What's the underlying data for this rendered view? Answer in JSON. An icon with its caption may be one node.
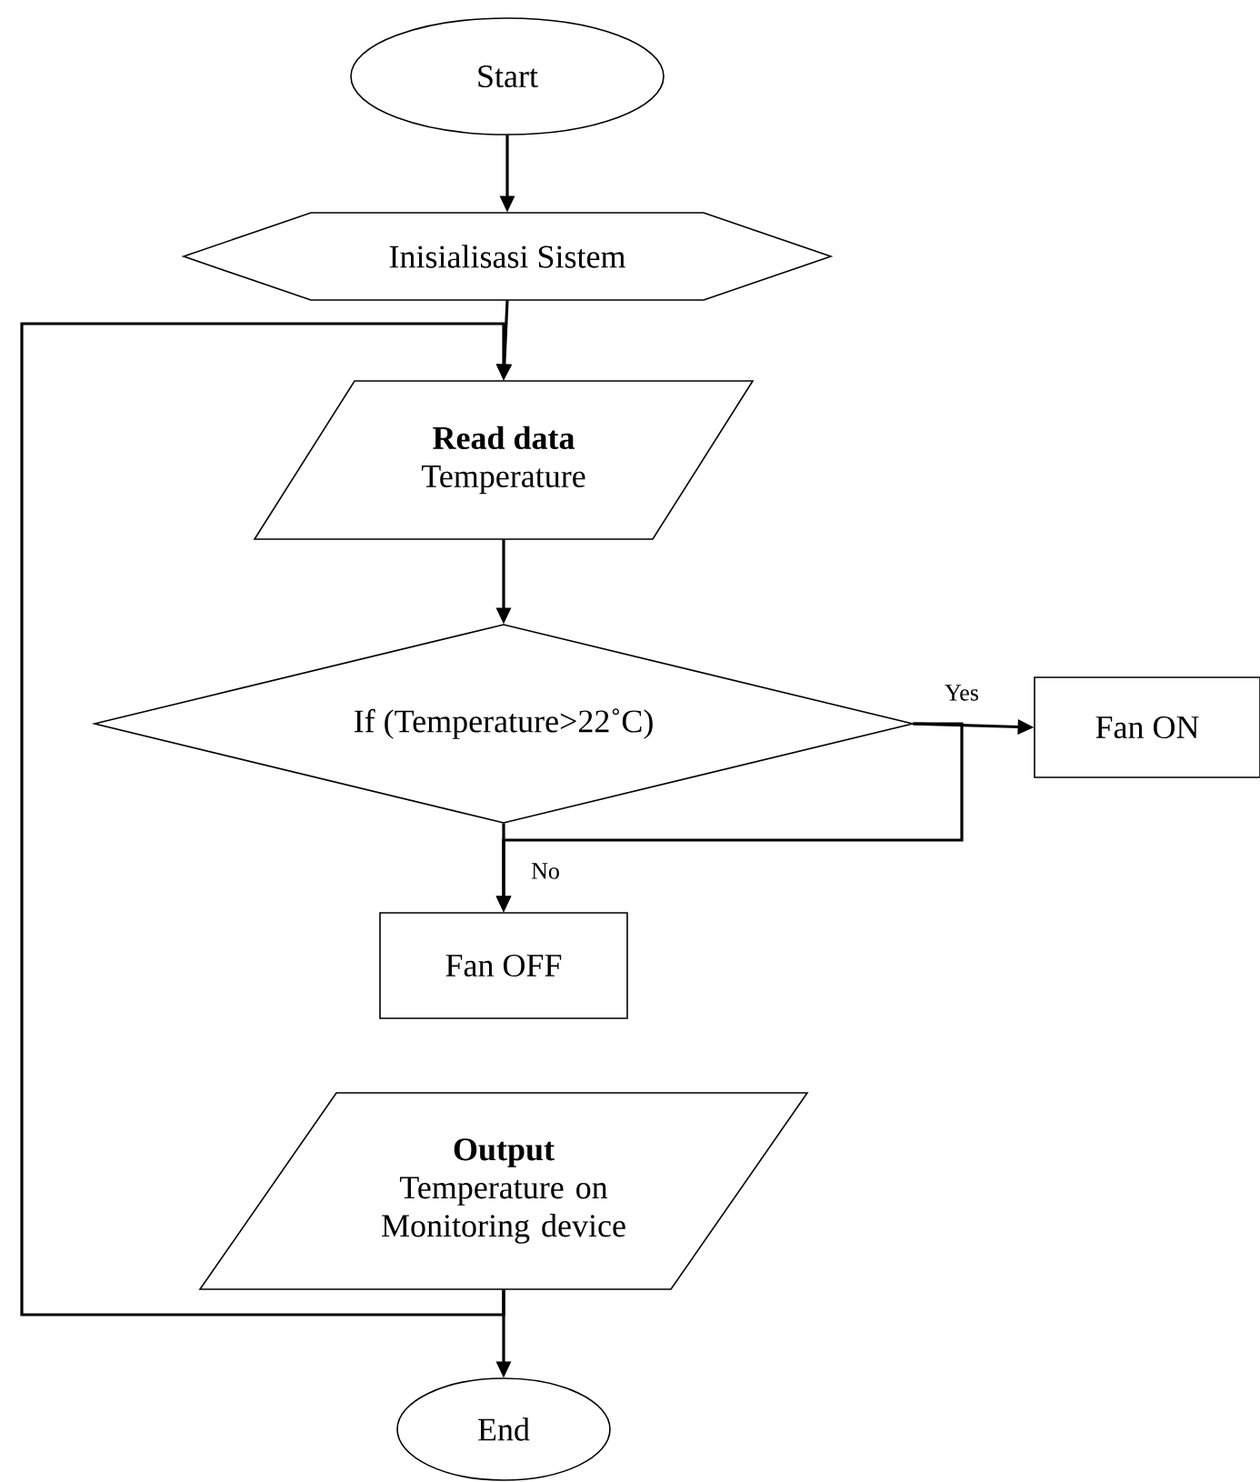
{
  "diagram": {
    "nodes": [
      {
        "text": [
          "Start"
        ]
      },
      {
        "text": [
          "Inisialisasi Sistem"
        ]
      },
      {
        "text": [
          "Read data",
          "Temperature"
        ]
      },
      {
        "text": [
          "If (Temperature>22˚C)"
        ]
      },
      {
        "text": [
          "Fan ON"
        ]
      },
      {
        "text": [
          "Fan OFF"
        ]
      },
      {
        "text": [
          "Output",
          "Temperature on Monitoring device"
        ]
      },
      {
        "text": [
          "End"
        ]
      }
    ],
    "edges": [
      {
        "from": 0,
        "to": 1,
        "arrow": "to"
      },
      {
        "from": 1,
        "to": 2,
        "arrow": "to"
      },
      {
        "from": 2,
        "to": 3,
        "arrow": "to"
      },
      {
        "from": 3,
        "to": 4,
        "arrow": "to",
        "label": "Yes"
      },
      {
        "from": 3,
        "to": 5,
        "arrow": "to",
        "label": "No"
      },
      {
        "from": 3,
        "to": 5,
        "arrow": "to"
      },
      {
        "from": 6,
        "to": 2,
        "arrow": "to"
      },
      {
        "from": 6,
        "to": 7,
        "arrow": "to"
      }
    ]
  }
}
